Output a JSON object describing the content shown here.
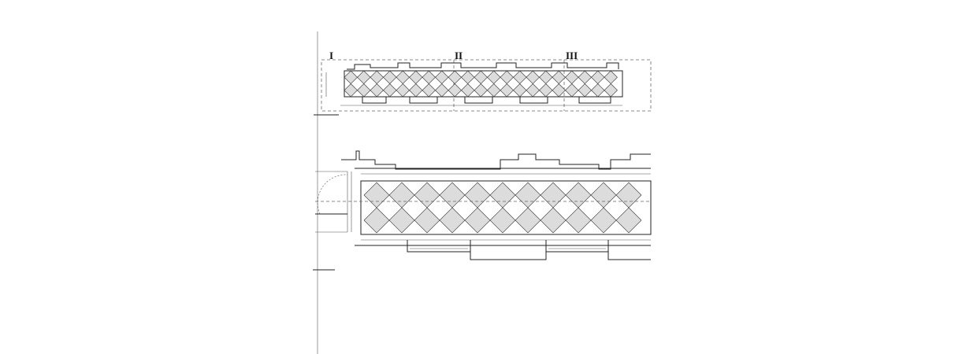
{
  "sheet": {
    "section_markers": [
      "I",
      "II",
      "III"
    ]
  },
  "colors": {
    "line": "#222222",
    "tile_fill": "#dcdcdc",
    "background": "#ffffff"
  }
}
